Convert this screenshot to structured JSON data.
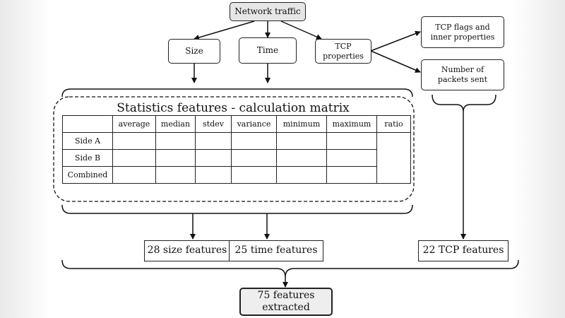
{
  "nodes": {
    "network_traffic": "Network traffic",
    "size": "Size",
    "time": "Time",
    "tcp_properties": "TCP\nproperties",
    "tcp_flags": "TCP flags and\ninner properties",
    "packets_sent": "Number of\npackets sent"
  },
  "matrix": {
    "title": "Statistics features - calculation matrix",
    "columns": [
      "average",
      "median",
      "stdev",
      "variance",
      "minimum",
      "maximum",
      "ratio"
    ],
    "rows": [
      "Side A",
      "Side B",
      "Combined"
    ]
  },
  "results": {
    "size_features": "28 size features",
    "time_features": "25 time features",
    "tcp_features": "22 TCP features",
    "total": "75 features extracted"
  }
}
